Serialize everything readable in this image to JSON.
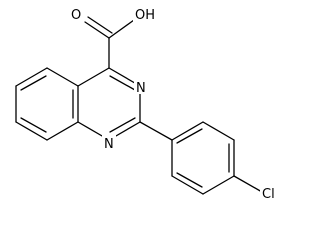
{
  "molecule": {
    "atoms": {
      "hydroxyl": "OH",
      "carbonyl_oxygen": "O",
      "ring_nitrogen_upper": "N",
      "ring_nitrogen_lower": "N",
      "chlorine": "Cl"
    }
  }
}
